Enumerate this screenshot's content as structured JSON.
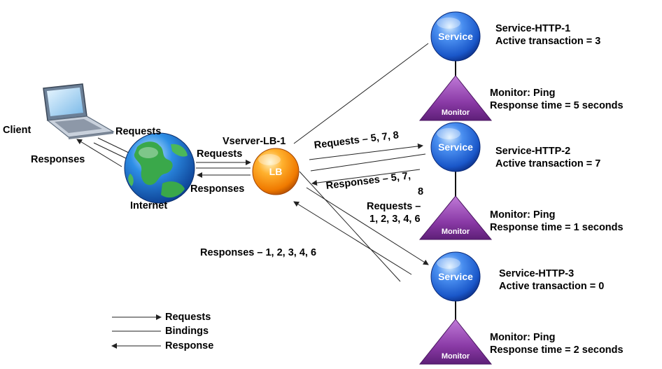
{
  "client": {
    "label": "Client"
  },
  "internet": {
    "label": "Internet"
  },
  "vserver": {
    "label": "Vserver-LB-1",
    "node_text": "LB"
  },
  "client_link": {
    "requests": "Requests",
    "responses": "Responses"
  },
  "internet_link": {
    "requests": "Requests",
    "responses": "Responses"
  },
  "services": [
    {
      "node_text": "Service",
      "name": "Service-HTTP-1",
      "active": "Active transaction = 3",
      "monitor_node": "Monitor",
      "monitor": "Monitor: Ping",
      "response_time": "Response time = 5 seconds"
    },
    {
      "node_text": "Service",
      "name": "Service-HTTP-2",
      "active": "Active transaction = 7",
      "monitor_node": "Monitor",
      "monitor": "Monitor: Ping",
      "response_time": "Response time = 1 seconds"
    },
    {
      "node_text": "Service",
      "name": "Service-HTTP-3",
      "active": "Active transaction = 0",
      "monitor_node": "Monitor",
      "monitor": "Monitor: Ping",
      "response_time": "Response time = 2 seconds"
    }
  ],
  "flows": {
    "req_service2": "Requests – 5, 7, 8",
    "resp_service2_line1": "Responses – 5, 7,",
    "resp_service2_line2": "8",
    "req_service3_line1": "Requests –",
    "req_service3_line2": "1, 2, 3, 4, 6",
    "resp_service3": "Responses –  1, 2, 3, 4, 6"
  },
  "legend": [
    {
      "label": "Requests",
      "style": "arrow-right"
    },
    {
      "label": "Bindings",
      "style": "line"
    },
    {
      "label": "Response",
      "style": "arrow-left"
    }
  ],
  "colors": {
    "service": "#1a57c9",
    "lb": "#f07a00",
    "monitor": "#7a2f92",
    "lines": "#222222"
  }
}
